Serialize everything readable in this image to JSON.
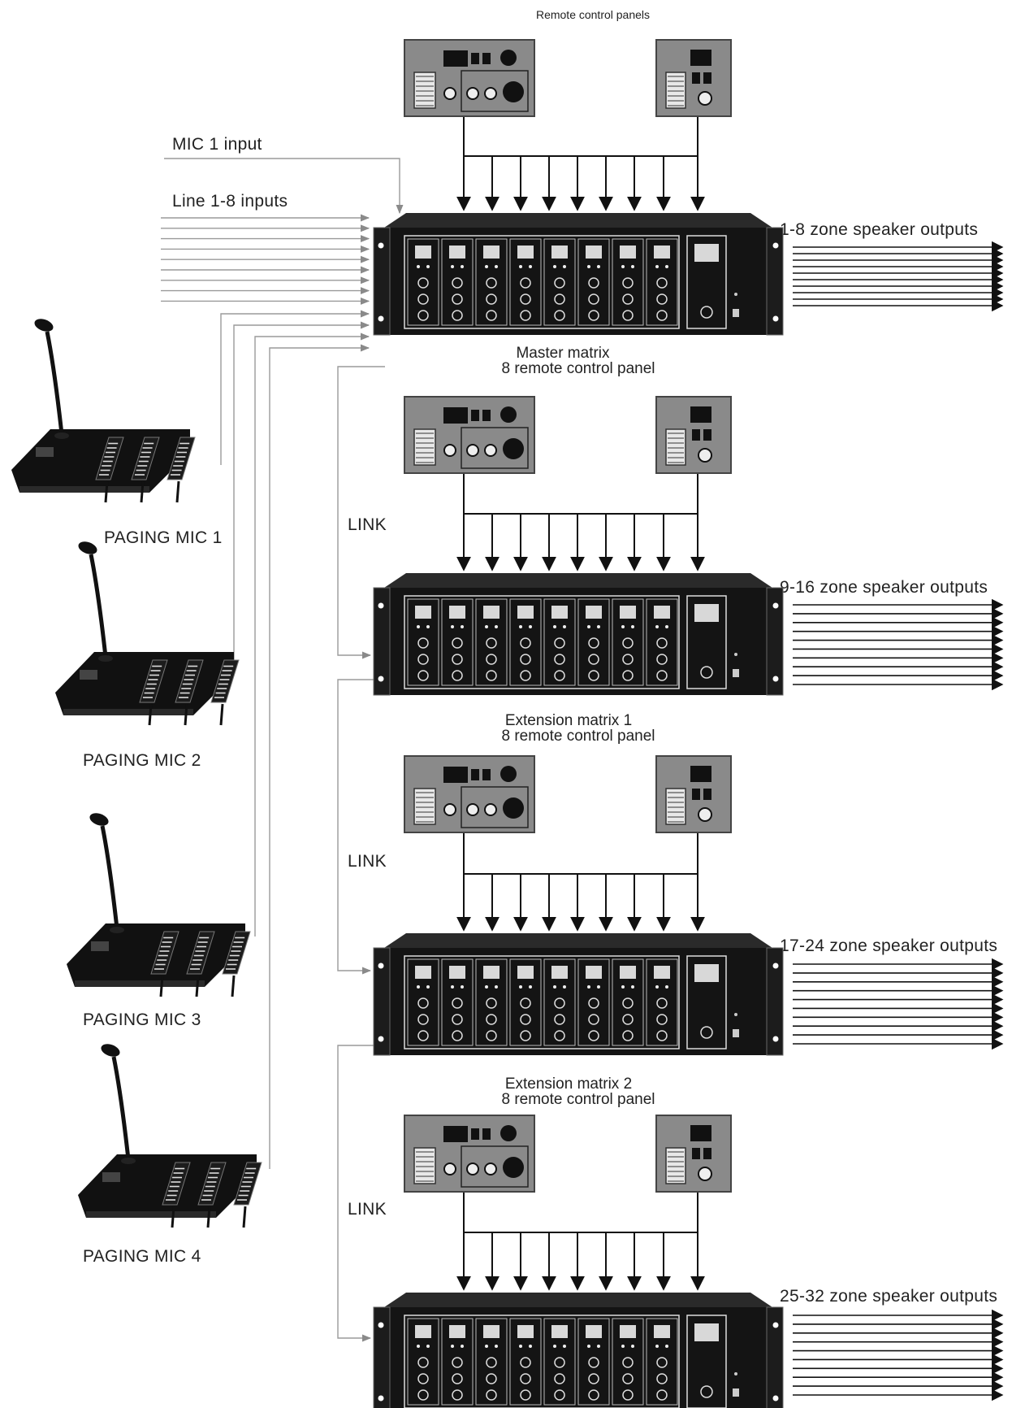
{
  "header": {
    "remote_panels_label": "Remote control panels"
  },
  "inputs": {
    "mic1_label": "MIC 1 input",
    "line_label": "Line 1-8 inputs"
  },
  "link_label": "LINK",
  "matrices": [
    {
      "name": "Master matrix",
      "sub": "8 remote control panel",
      "output_label": "1-8 zone speaker outputs"
    },
    {
      "name": "Extension matrix 1",
      "sub": "8 remote control panel",
      "output_label": "9-16 zone speaker outputs"
    },
    {
      "name": "Extension matrix 2",
      "sub": "8 remote control panel",
      "output_label": "17-24  zone speaker outputs"
    },
    {
      "name": "",
      "sub": "",
      "output_label": "25-32  zone speaker outputs"
    }
  ],
  "paging_mics": [
    {
      "label": "PAGING MIC 1"
    },
    {
      "label": "PAGING MIC 2"
    },
    {
      "label": "PAGING MIC 3"
    },
    {
      "label": "PAGING MIC 4"
    }
  ],
  "colors": {
    "panel_gray": "#8a8a8a",
    "device_black": "#141414",
    "line_gray": "#9a9a9a",
    "line_dark": "#111111"
  }
}
